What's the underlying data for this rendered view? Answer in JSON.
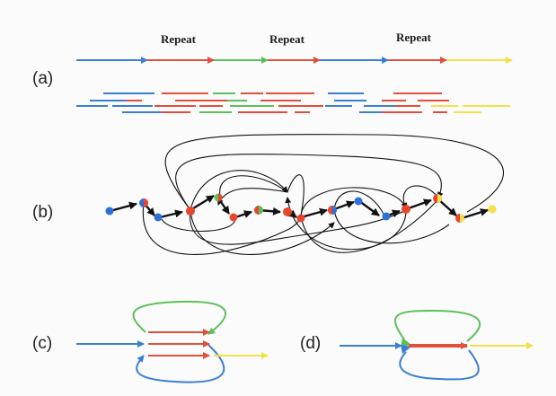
{
  "panels": {
    "a": "(a)",
    "b": "(b)",
    "c": "(c)",
    "d": "(d)"
  },
  "repeats": [
    "Repeat",
    "Repeat",
    "Repeat"
  ],
  "colors": {
    "blue": "#3a7fd0",
    "red": "#e0503a",
    "green": "#5cc05a",
    "yellow": "#f5e04a",
    "black": "#111111",
    "node_blue": "#2f6fd8",
    "node_red": "#e8452c"
  }
}
